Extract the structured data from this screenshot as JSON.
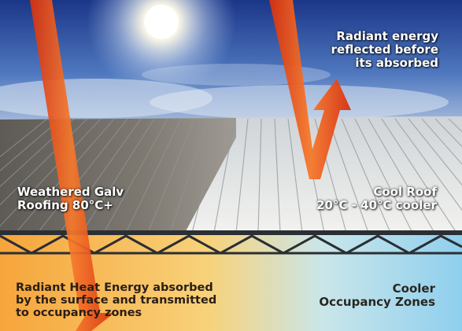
{
  "labels": {
    "reflected": [
      "Radiant energy",
      "reflected before",
      "its absorbed"
    ],
    "weathered": [
      "Weathered Galv",
      "Roofing 80°C+"
    ],
    "cool_roof": [
      "Cool Roof",
      "20°C - 40°C cooler"
    ],
    "absorbed": [
      "Radiant Heat Energy absorbed",
      "by the surface and transmitted",
      "to occupancy zones"
    ],
    "cooler_zones": [
      "Cooler",
      "Occupancy Zones"
    ]
  },
  "colors": {
    "sky_top": "#1e3d8f",
    "sky_mid": "#5f86c8",
    "arrow_orange": "#f05a1a",
    "arrow_deep": "#d8310f",
    "bottom_text": "#2a1e16",
    "cool_zone": "#9fd6ee",
    "warm_zone": "#f6b23c"
  },
  "icons": {
    "sun": "sun-icon",
    "reflect_arrow": "reflection-arrow-icon",
    "absorb_arrow": "absorption-arrow-icon"
  }
}
